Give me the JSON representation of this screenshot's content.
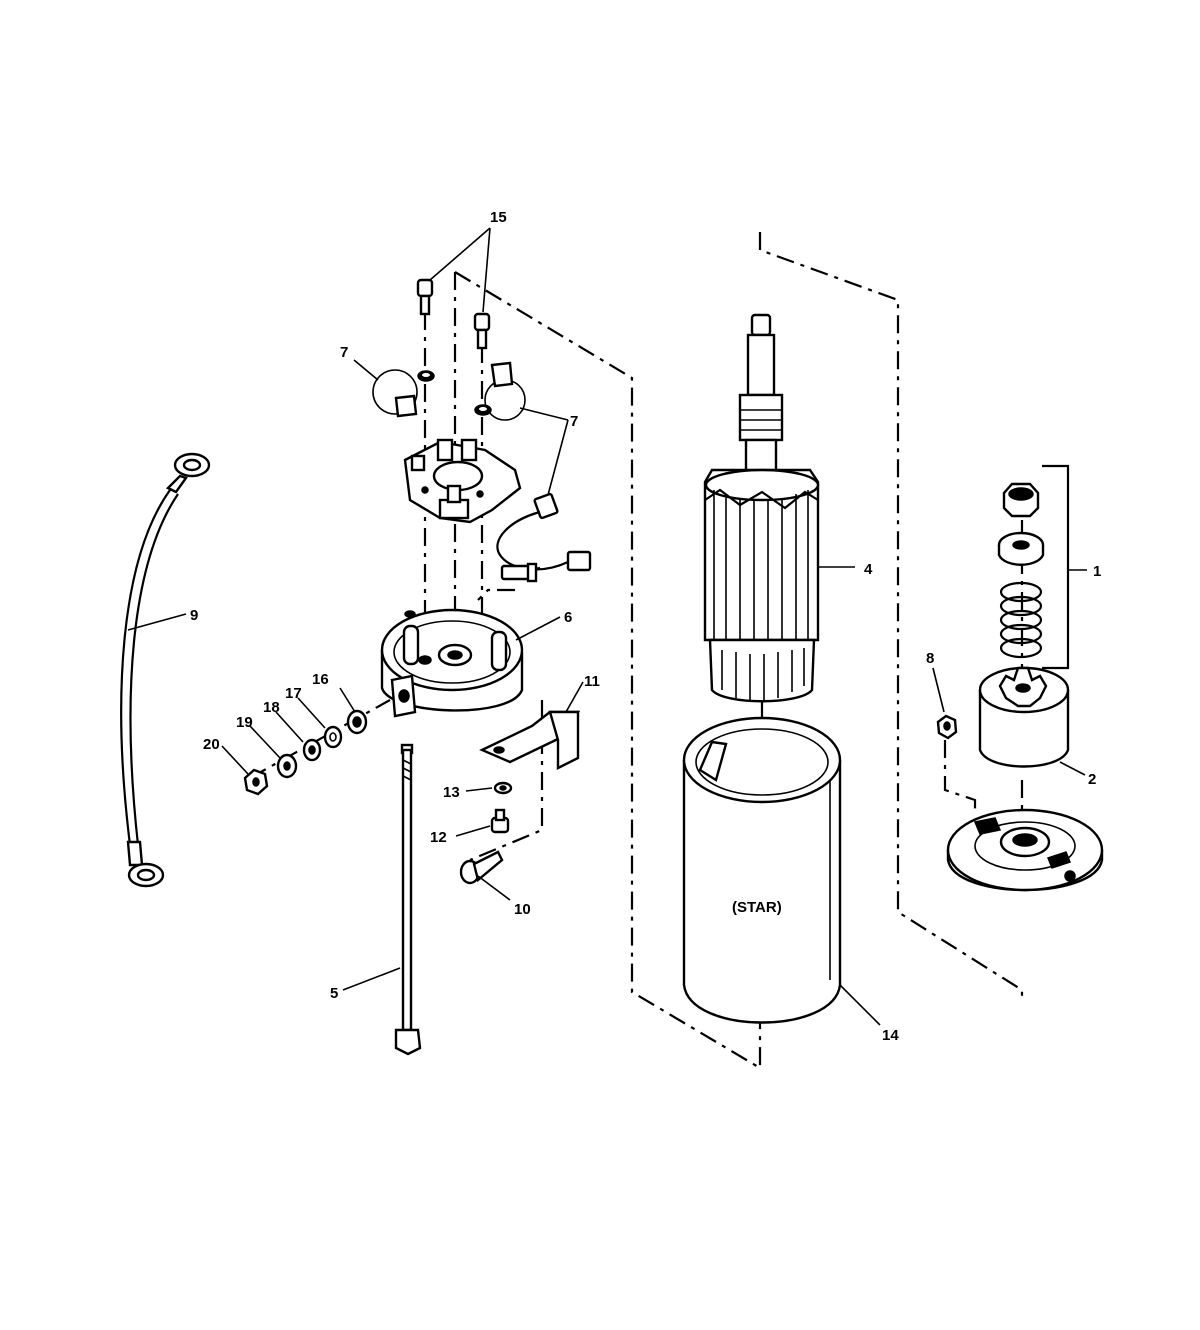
{
  "diagram": {
    "body_label": "(STAR)",
    "callouts": {
      "c1": "1",
      "c2": "2",
      "c4": "4",
      "c5": "5",
      "c6": "6",
      "c7a": "7",
      "c7b": "7",
      "c8": "8",
      "c9": "9",
      "c10": "10",
      "c11": "11",
      "c12": "12",
      "c13": "13",
      "c14": "14",
      "c15": "15",
      "c16": "16",
      "c17": "17",
      "c18": "18",
      "c19": "19",
      "c20": "20"
    }
  }
}
